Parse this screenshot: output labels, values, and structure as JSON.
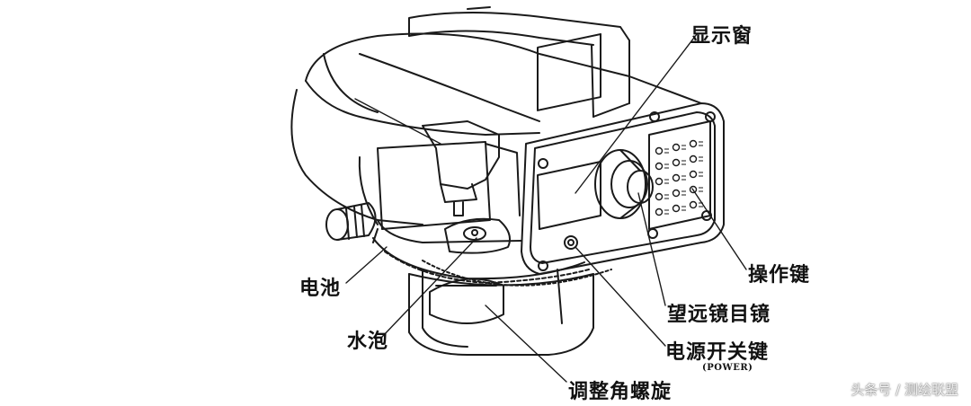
{
  "labels": {
    "display_window": "显示窗",
    "operation_keys": "操作键",
    "battery": "电池",
    "telescope_eyepiece": "望远镜目镜",
    "bubble_level": "水泡",
    "power_switch": "电源开关键",
    "power_english": "(POWER)",
    "adjusting_screw": "调整角螺旋"
  },
  "watermark": "头条号 / 测绘联盟",
  "colors": {
    "line": "#1a1a1a",
    "background": "#ffffff"
  }
}
